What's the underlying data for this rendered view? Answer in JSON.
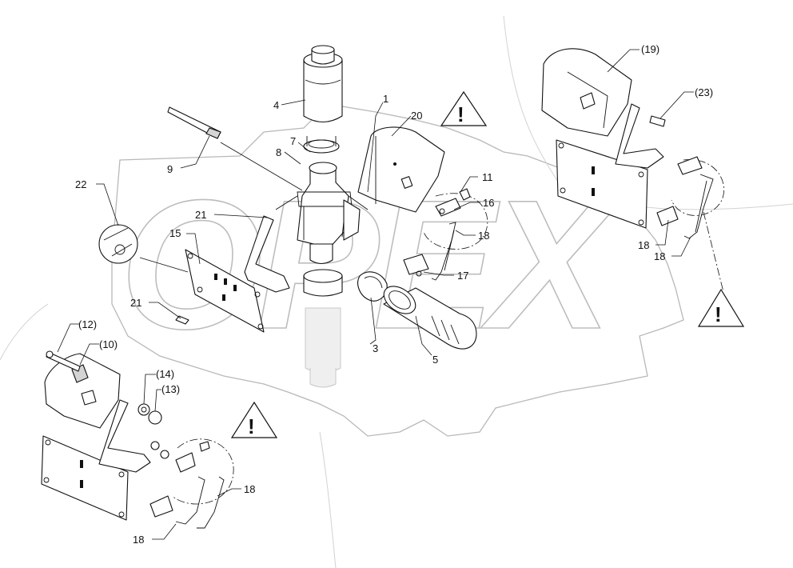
{
  "watermark": {
    "text": "OPEX",
    "color": "#b8b8b8"
  },
  "warning_icon": {
    "symbol": "!",
    "name": "warning-triangle-icon"
  },
  "callouts": {
    "c1": "1",
    "c3": "3",
    "c4": "4",
    "c5": "5",
    "c7": "7",
    "c8": "8",
    "c9": "9",
    "c10": "(10)",
    "c11": "11",
    "c12": "(12)",
    "c13": "(13)",
    "c14": "(14)",
    "c15": "15",
    "c16": "16",
    "c17": "17",
    "c18a": "18",
    "c18b": "18",
    "c18c": "18",
    "c18d": "18",
    "c18e": "18",
    "c19": "(19)",
    "c20": "20",
    "c21a": "21",
    "c21b": "21",
    "c22": "22",
    "c23": "(23)"
  }
}
